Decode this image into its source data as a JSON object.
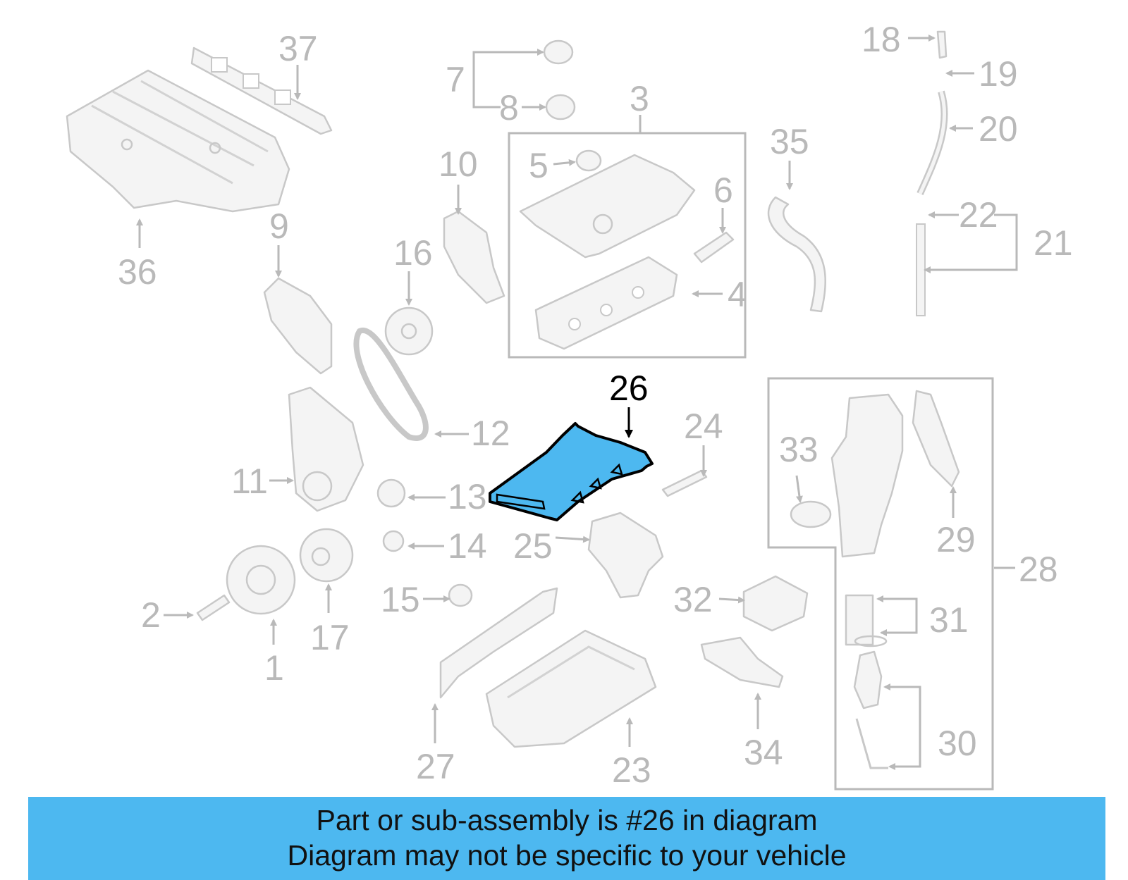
{
  "colors": {
    "highlight_fill": "#4db8f0",
    "highlight_stroke": "#000000",
    "part_stroke": "#c8c8c8",
    "label_gray": "#b9b9b9",
    "banner_bg": "#4db8f0"
  },
  "labels": {
    "l1": "1",
    "l2": "2",
    "l3": "3",
    "l4": "4",
    "l5": "5",
    "l6": "6",
    "l7": "7",
    "l8": "8",
    "l9": "9",
    "l10": "10",
    "l11": "11",
    "l12": "12",
    "l13": "13",
    "l14": "14",
    "l15": "15",
    "l16": "16",
    "l17": "17",
    "l18": "18",
    "l19": "19",
    "l20": "20",
    "l21": "21",
    "l22": "22",
    "l23": "23",
    "l24": "24",
    "l25": "25",
    "l26": "26",
    "l27": "27",
    "l28": "28",
    "l29": "29",
    "l30": "30",
    "l31": "31",
    "l32": "32",
    "l33": "33",
    "l34": "34",
    "l35": "35",
    "l36": "36",
    "l37": "37"
  },
  "banner": {
    "line1": "Part or sub-assembly is #26 in diagram",
    "line2": "Diagram may not be specific to your vehicle"
  }
}
